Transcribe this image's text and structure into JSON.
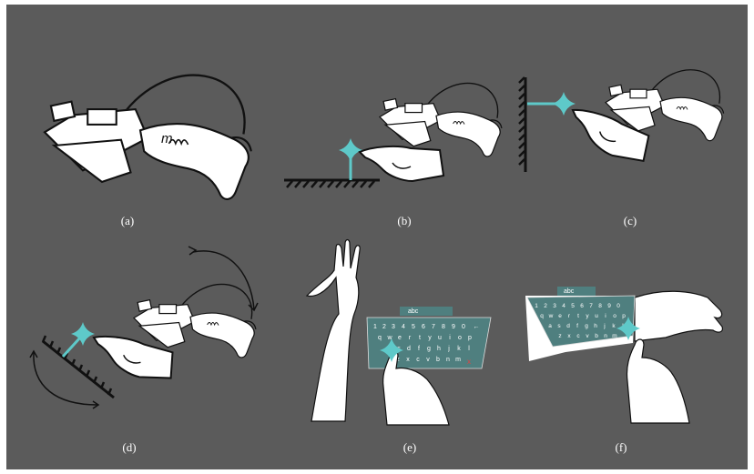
{
  "figure": {
    "panels": [
      {
        "id": "a",
        "caption": "(a)"
      },
      {
        "id": "b",
        "caption": "(b)"
      },
      {
        "id": "c",
        "caption": "(c)"
      },
      {
        "id": "d",
        "caption": "(d)"
      },
      {
        "id": "e",
        "caption": "(e)"
      },
      {
        "id": "f",
        "caption": "(f)"
      }
    ],
    "headset_logo": "m",
    "keyboard": {
      "mode_label": "abc",
      "row1": [
        "1",
        "2",
        "3",
        "4",
        "5",
        "6",
        "7",
        "8",
        "9",
        "0",
        "←"
      ],
      "row2": [
        "q",
        "w",
        "e",
        "r",
        "t",
        "y",
        "u",
        "i",
        "o",
        "p"
      ],
      "row3": [
        "a",
        "s",
        "d",
        "f",
        "g",
        "h",
        "j",
        "k",
        "l"
      ],
      "row4": [
        "z",
        "x",
        "c",
        "v",
        "b",
        "n",
        "m"
      ],
      "close_key": "x"
    }
  },
  "colors": {
    "background": "#5b5b5b",
    "accent": "#5ec9c9",
    "keyboard": "#4f7f7f",
    "outline": "#111111",
    "fill": "#ffffff"
  }
}
